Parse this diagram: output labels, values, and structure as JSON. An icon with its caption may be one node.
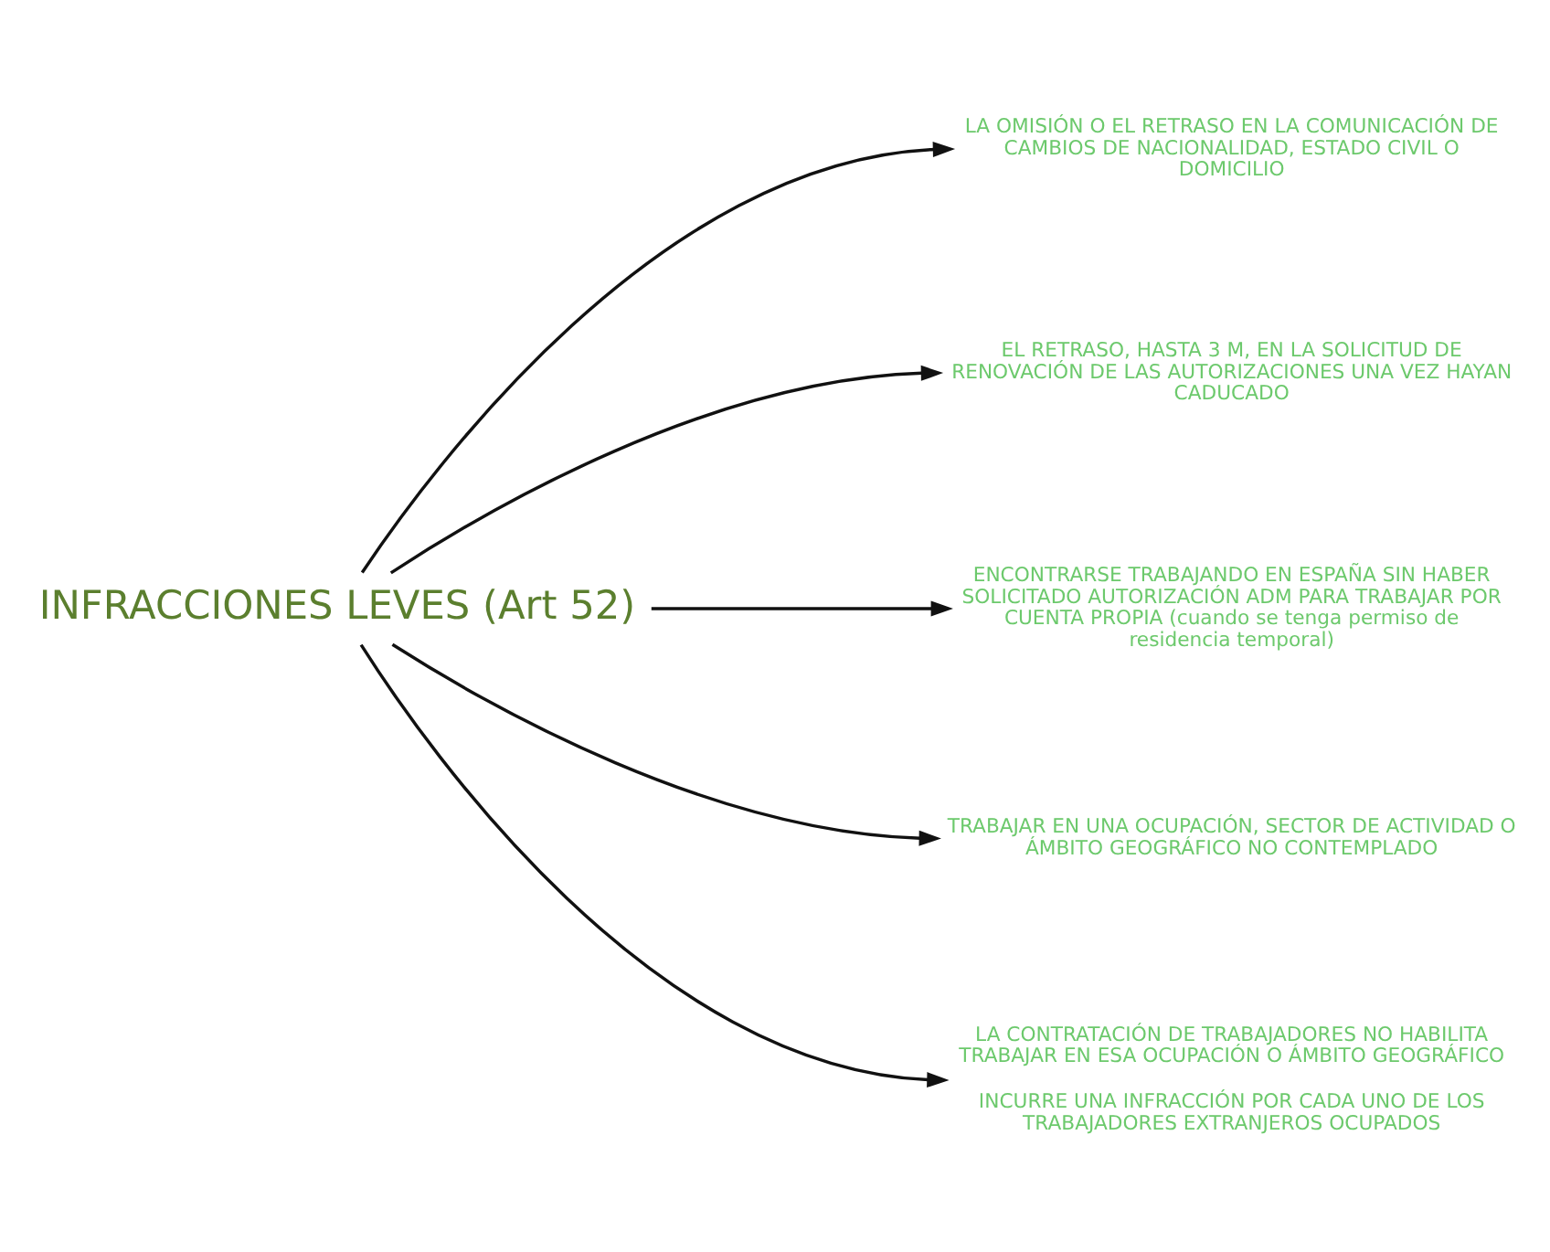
{
  "diagram": {
    "nodes": [
      {
        "text": [
          "INFRACCIONES LEVES (Art 52)"
        ]
      },
      {
        "text": [
          "LA OMISIÓN O EL RETRASO EN LA COMUNICACIÓN DE CAMBIOS DE NACIONALIDAD, ESTADO CIVIL O DOMICILIO"
        ]
      },
      {
        "text": [
          "EL RETRASO, HASTA 3 M, EN LA SOLICITUD DE RENOVACIÓN DE LAS AUTORIZACIONES UNA VEZ HAYAN CADUCADO"
        ]
      },
      {
        "text": [
          "ENCONTRARSE TRABAJANDO EN ESPAÑA SIN HABER SOLICITADO AUTORIZACIÓN ADM PARA TRABAJAR POR CUENTA PROPIA (cuando se tenga permiso de residencia temporal)"
        ]
      },
      {
        "text": [
          "TRABAJAR EN UNA OCUPACIÓN, SECTOR DE ACTIVIDAD O ÁMBITO GEOGRÁFICO NO CONTEMPLADO"
        ]
      },
      {
        "text": [
          "LA CONTRATACIÓN DE TRABAJADORES NO HABILITA TRABAJAR EN ESA OCUPACIÓN O ÁMBITO GEOGRÁFICO",
          "INCURRE UNA INFRACCIÓN POR CADA UNO DE LOS TRABAJADORES EXTRANJEROS OCUPADOS"
        ]
      }
    ],
    "edges": [
      {
        "from": 0,
        "to": 1,
        "arrow": "to"
      },
      {
        "from": 0,
        "to": 2,
        "arrow": "to"
      },
      {
        "from": 0,
        "to": 3,
        "arrow": "to"
      },
      {
        "from": 0,
        "to": 4,
        "arrow": "to"
      },
      {
        "from": 0,
        "to": 5,
        "arrow": "to"
      }
    ]
  }
}
